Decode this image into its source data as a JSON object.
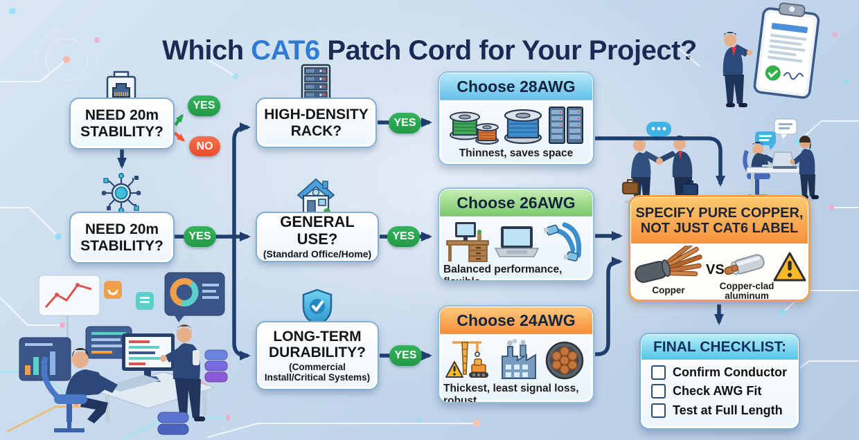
{
  "title": {
    "part1": "Which ",
    "highlight": "CAT6",
    "part2": " Patch Cord for Your Project?"
  },
  "colors": {
    "title_navy": "#1b2a55",
    "title_blue": "#2e7cd6",
    "arrow_navy": "#1e3f6e",
    "yes_green": "#27a84c",
    "no_red": "#f15a38",
    "awg28_header": "#64c2ea",
    "awg26_header": "#7cc96e",
    "awg24_header": "#f58f3a",
    "copper_header": "#f6913d",
    "checklist_header": "#56c6e8",
    "background": "#c5d8ec"
  },
  "left_flow": {
    "question1": {
      "label": "NEED 20m STABILITY?",
      "icon": "rj45-connector-icon",
      "yes_label": "YES",
      "no_label": "NO"
    },
    "question2": {
      "label": "NEED 20m STABILITY?",
      "icon": "network-hub-icon",
      "yes_label": "YES"
    }
  },
  "mid_flow": {
    "question1": {
      "title": "HIGH-DENSITY RACK?",
      "icon": "server-rack-icon",
      "yes_label": "YES"
    },
    "question2": {
      "title": "GENERAL USE?",
      "subtitle": "(Standard Office/Home)",
      "icon": "house-icon",
      "yes_label": "YES"
    },
    "question3": {
      "title": "LONG-TERM DURABILITY?",
      "subtitle": "(Commercial Install/Critical Systems)",
      "icon": "shield-check-icon",
      "yes_label": "YES"
    }
  },
  "awg_cards": {
    "awg28": {
      "header": "Choose 28AWG",
      "caption": "Thinnest, saves space",
      "icons": [
        "cable-spools-icon",
        "server-towers-icon"
      ]
    },
    "awg26": {
      "header": "Choose 26AWG",
      "caption": "Balanced performance, flexible",
      "icons": [
        "desk-icon",
        "laptop-icon",
        "patch-cables-icon"
      ]
    },
    "awg24": {
      "header": "Choose 24AWG",
      "caption": "Thickest, least signal loss, robust",
      "icons": [
        "crane-warning-icon",
        "factory-icon",
        "cable-cross-section-icon"
      ]
    }
  },
  "copper_box": {
    "title": "SPECIFY PURE COPPER, NOT JUST CAT6 LABEL",
    "left_label": "Copper",
    "vs_label": "VS",
    "right_label": "Copper-clad aluminum",
    "icons": [
      "copper-cable-icon",
      "cca-cable-icon",
      "warning-triangle-icon"
    ]
  },
  "checklist": {
    "title": "FINAL CHECKLIST:",
    "items": [
      "Confirm Conductor",
      "Check AWG Fit",
      "Test at Full Length"
    ]
  }
}
